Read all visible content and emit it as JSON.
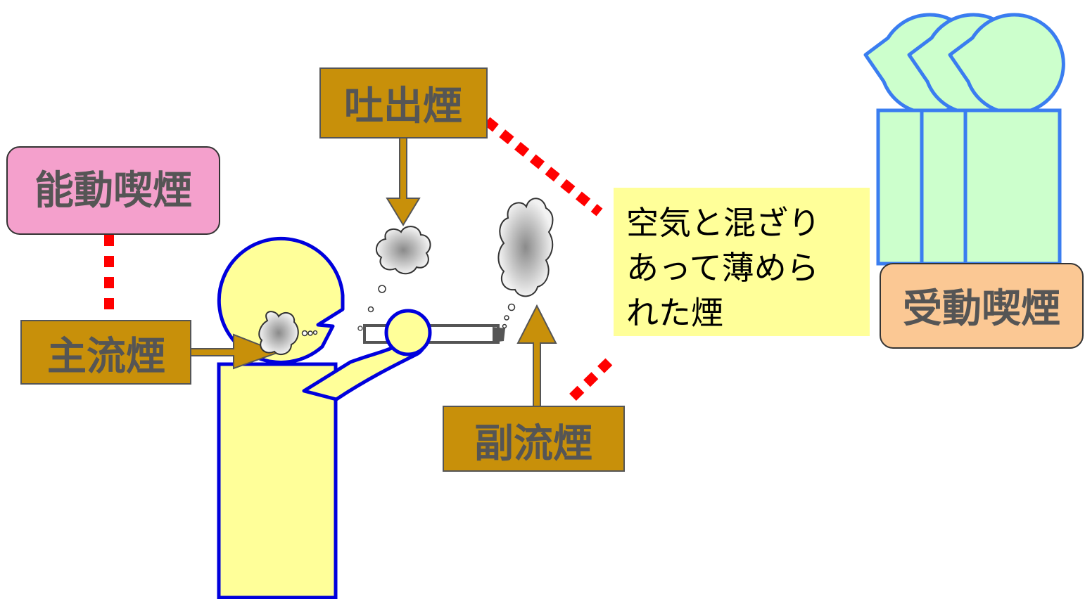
{
  "labels": {
    "active_smoking": "能動喫煙",
    "mainstream_smoke": "主流煙",
    "exhaled_smoke": "吐出煙",
    "sidestream_smoke": "副流煙",
    "passive_smoking": "受動喫煙"
  },
  "note": {
    "line1": "空気と混ざり",
    "line2": "あって薄めら",
    "line3": "れた煙"
  },
  "colors": {
    "active_box": "#f4a0cc",
    "smoke_label_box": "#c8900a",
    "smoke_label_text": "#555555",
    "passive_box": "#fbc894",
    "note_box": "#ffff99",
    "smoker_fill": "#ffff99",
    "smoker_stroke": "#0000dd",
    "passive_fill": "#ccffcc",
    "passive_stroke": "#3a7df0",
    "dotted_link": "#ff0000"
  },
  "icons": {
    "smoker": "smoker-person-icon",
    "cigarette": "cigarette-icon",
    "smoke": "smoke-cloud-icon",
    "passive_group": "people-group-icon"
  }
}
